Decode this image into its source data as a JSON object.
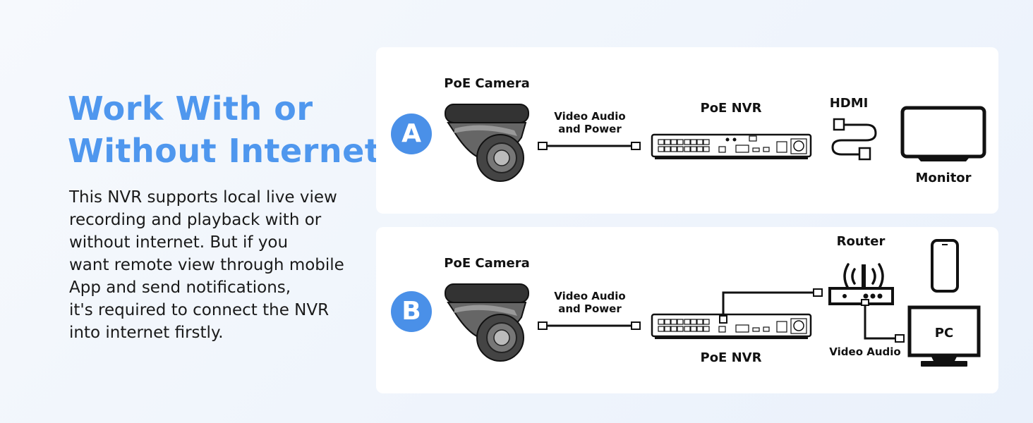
{
  "headline": {
    "line1": "Work With or",
    "line2": "Without Internet"
  },
  "description": {
    "lines": [
      "This NVR supports local live view",
      "recording and playback with or",
      "without internet. But if you",
      "want remote view through mobile",
      "App and send notifications,",
      "it's required to connect the NVR",
      "into internet firstly."
    ]
  },
  "diagram_a": {
    "badge": "A",
    "camera_label": "PoE Camera",
    "cable_label_1": "Video Audio",
    "cable_label_2": "and Power",
    "nvr_label": "PoE NVR",
    "hdmi_label": "HDMI",
    "monitor_label": "Monitor"
  },
  "diagram_b": {
    "badge": "B",
    "camera_label": "PoE Camera",
    "cable_label_1": "Video Audio",
    "cable_label_2": "and Power",
    "nvr_label": "PoE NVR",
    "router_label": "Router",
    "pc_label": "PC",
    "pc_cable_label": "Video Audio"
  },
  "colors": {
    "accent": "#4f97ee",
    "badge": "#4a90e8",
    "panel": "#ffffff"
  }
}
